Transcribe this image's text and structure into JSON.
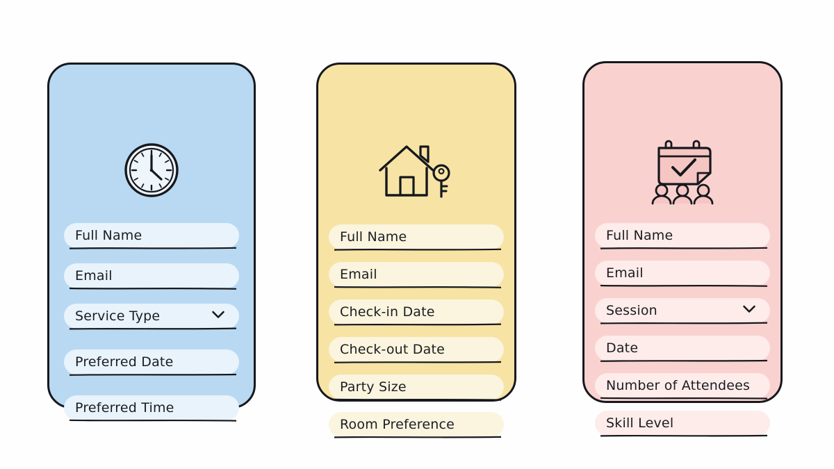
{
  "page": {
    "background_color": "#fefefe",
    "ink_color": "#16181d"
  },
  "cards": [
    {
      "id": "service-booking-card",
      "name": "service-booking-form-card",
      "background_color": "#b9d9f2",
      "field_color": "#e9f3fb",
      "icon": "clock-icon",
      "icon_label": "clock",
      "fields": [
        {
          "label": "Full Name",
          "type": "text",
          "name": "full-name-field"
        },
        {
          "label": "Email",
          "type": "text",
          "name": "email-field"
        },
        {
          "label": "Service Type",
          "type": "select",
          "name": "service-type-select"
        },
        {
          "label": "Preferred Date",
          "type": "text",
          "name": "preferred-date-field"
        },
        {
          "label": "Preferred Time",
          "type": "text",
          "name": "preferred-time-field"
        }
      ]
    },
    {
      "id": "lodging-booking-card",
      "name": "lodging-booking-form-card",
      "background_color": "#f7e3a4",
      "field_color": "#fbf4de",
      "icon": "house-key-icon",
      "icon_label": "house with key",
      "fields": [
        {
          "label": "Full Name",
          "type": "text",
          "name": "full-name-field"
        },
        {
          "label": "Email",
          "type": "text",
          "name": "email-field"
        },
        {
          "label": "Check-in Date",
          "type": "text",
          "name": "check-in-date-field"
        },
        {
          "label": "Check-out Date",
          "type": "text",
          "name": "check-out-date-field"
        },
        {
          "label": "Party Size",
          "type": "text",
          "name": "party-size-field"
        },
        {
          "label": "Room Preference",
          "type": "text",
          "name": "room-preference-field"
        }
      ]
    },
    {
      "id": "class-booking-card",
      "name": "class-booking-form-card",
      "background_color": "#f9d2d0",
      "field_color": "#fdecea",
      "icon": "calendar-check-people-icon",
      "icon_label": "calendar with checkmark and attendees",
      "fields": [
        {
          "label": "Full Name",
          "type": "text",
          "name": "full-name-field"
        },
        {
          "label": "Email",
          "type": "text",
          "name": "email-field"
        },
        {
          "label": "Session",
          "type": "select",
          "name": "session-select"
        },
        {
          "label": "Date",
          "type": "text",
          "name": "date-field"
        },
        {
          "label": "Number of Attendees",
          "type": "text",
          "name": "number-of-attendees-field"
        },
        {
          "label": "Skill Level",
          "type": "text",
          "name": "skill-level-field"
        }
      ]
    }
  ]
}
